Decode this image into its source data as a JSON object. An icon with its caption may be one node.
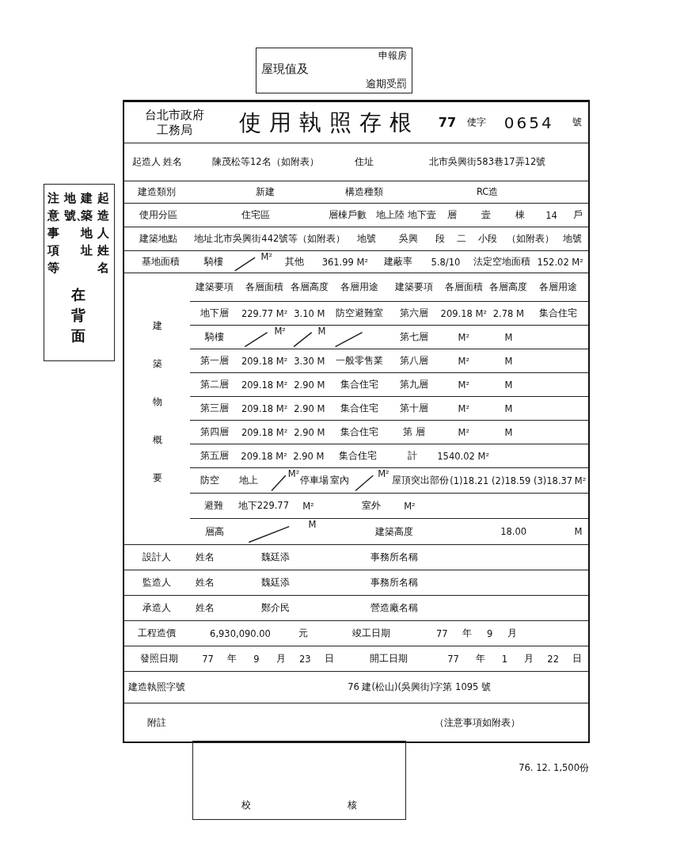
{
  "diagram": {
    "title": "使用執照存根",
    "labels": [
      "申報房",
      "屋現值及",
      "逾期受罰",
      "注意事項等",
      "地號、",
      "建築地址",
      "起造人姓名",
      "在背面",
      "台北市政府工務局",
      "77",
      "使字",
      "0654",
      "號",
      "起造人 姓名",
      "陳茂松等12名（如附表）",
      "住址",
      "北市吳興街583巷17弄12號",
      "建造類別",
      "新建",
      "構造種類",
      "RC造",
      "使用分區",
      "住宅區",
      "層棟戶數",
      "地上陸 地下壹",
      "層",
      "壹",
      "棟",
      "14",
      "戶",
      "建築地點",
      "地址",
      "北市吳興街442號等（如附表）",
      "地號",
      "吳興",
      "段",
      "二",
      "小段",
      "（如附表）",
      "地號",
      "基地面積",
      "騎樓",
      "M²",
      "其他",
      "361.99 M²",
      "建蔽率",
      "5.8/10",
      "法定空地面積",
      "152.02 M²",
      "建築物概要",
      "建築要項",
      "各層面積",
      "各層高度",
      "各層用途",
      "建築要項",
      "各層面積",
      "各層高度",
      "各層用途",
      "地下層",
      "229.77 M²",
      "3.10 M",
      "防空避難室",
      "第六層",
      "209.18 M²",
      "2.78 M",
      "集合住宅",
      "騎樓",
      "M²",
      "M",
      "第七層",
      "M²",
      "M",
      "第一層",
      "209.18 M²",
      "3.30 M",
      "一般零售業",
      "第八層",
      "M²",
      "M",
      "第二層",
      "209.18 M²",
      "2.90 M",
      "集合住宅",
      "第九層",
      "M²",
      "M",
      "第三層",
      "209.18 M²",
      "2.90 M",
      "集合住宅",
      "第十層",
      "M²",
      "M",
      "第四層",
      "209.18 M²",
      "2.90 M",
      "集合住宅",
      "第 層",
      "M²",
      "M",
      "第五層",
      "209.18 M²",
      "2.90 M",
      "集合住宅",
      "計",
      "1540.02 M²",
      "防空",
      "地上",
      "M²",
      "停車場",
      "室內",
      "M²",
      "屋頂突出部份",
      "(1)18.21 (2)18.59 (3)18.37",
      "M²",
      "避難",
      "地下229.77",
      "M²",
      "室外",
      "M²",
      "層高",
      "M",
      "建築高度",
      "18.00",
      "M",
      "設計人",
      "姓名",
      "魏廷添",
      "事務所名稱",
      "監造人",
      "姓名",
      "魏廷添",
      "事務所名稱",
      "承造人",
      "姓名",
      "鄭介民",
      "營造廠名稱",
      "工程造價",
      "6,930,090.00",
      "元",
      "竣工日期",
      "77",
      "年",
      "9",
      "月",
      "發照日期",
      "77",
      "年",
      "9",
      "月",
      "23",
      "日",
      "開工日期",
      "77",
      "年",
      "1",
      "月",
      "22",
      "日",
      "建造執照字號",
      "76 建(松山)(吳興街)字第 1095 號",
      "附註",
      "（注意事項如附表）",
      "76. 12. 1,500份",
      "校",
      "核"
    ]
  }
}
